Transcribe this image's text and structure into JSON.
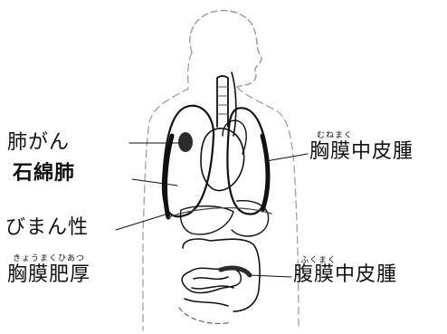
{
  "labels": {
    "lung_cancer": "肺がん",
    "asbestosis": "石綿肺",
    "diffuse": "びまん性",
    "pleural_thickening": "胸膜肥厚",
    "pleural_thickening_reading": "きょうまくひあつ",
    "pleural_meso": "胸膜中皮腫",
    "pleural_meso_reading": "むねまく",
    "peritoneal_meso": "腹膜中皮腫",
    "peritoneal_meso_reading": "ふくまく"
  },
  "colors": {
    "ink": "#111111",
    "paper": "#ffffff",
    "lesion": "#2b2b2b"
  }
}
